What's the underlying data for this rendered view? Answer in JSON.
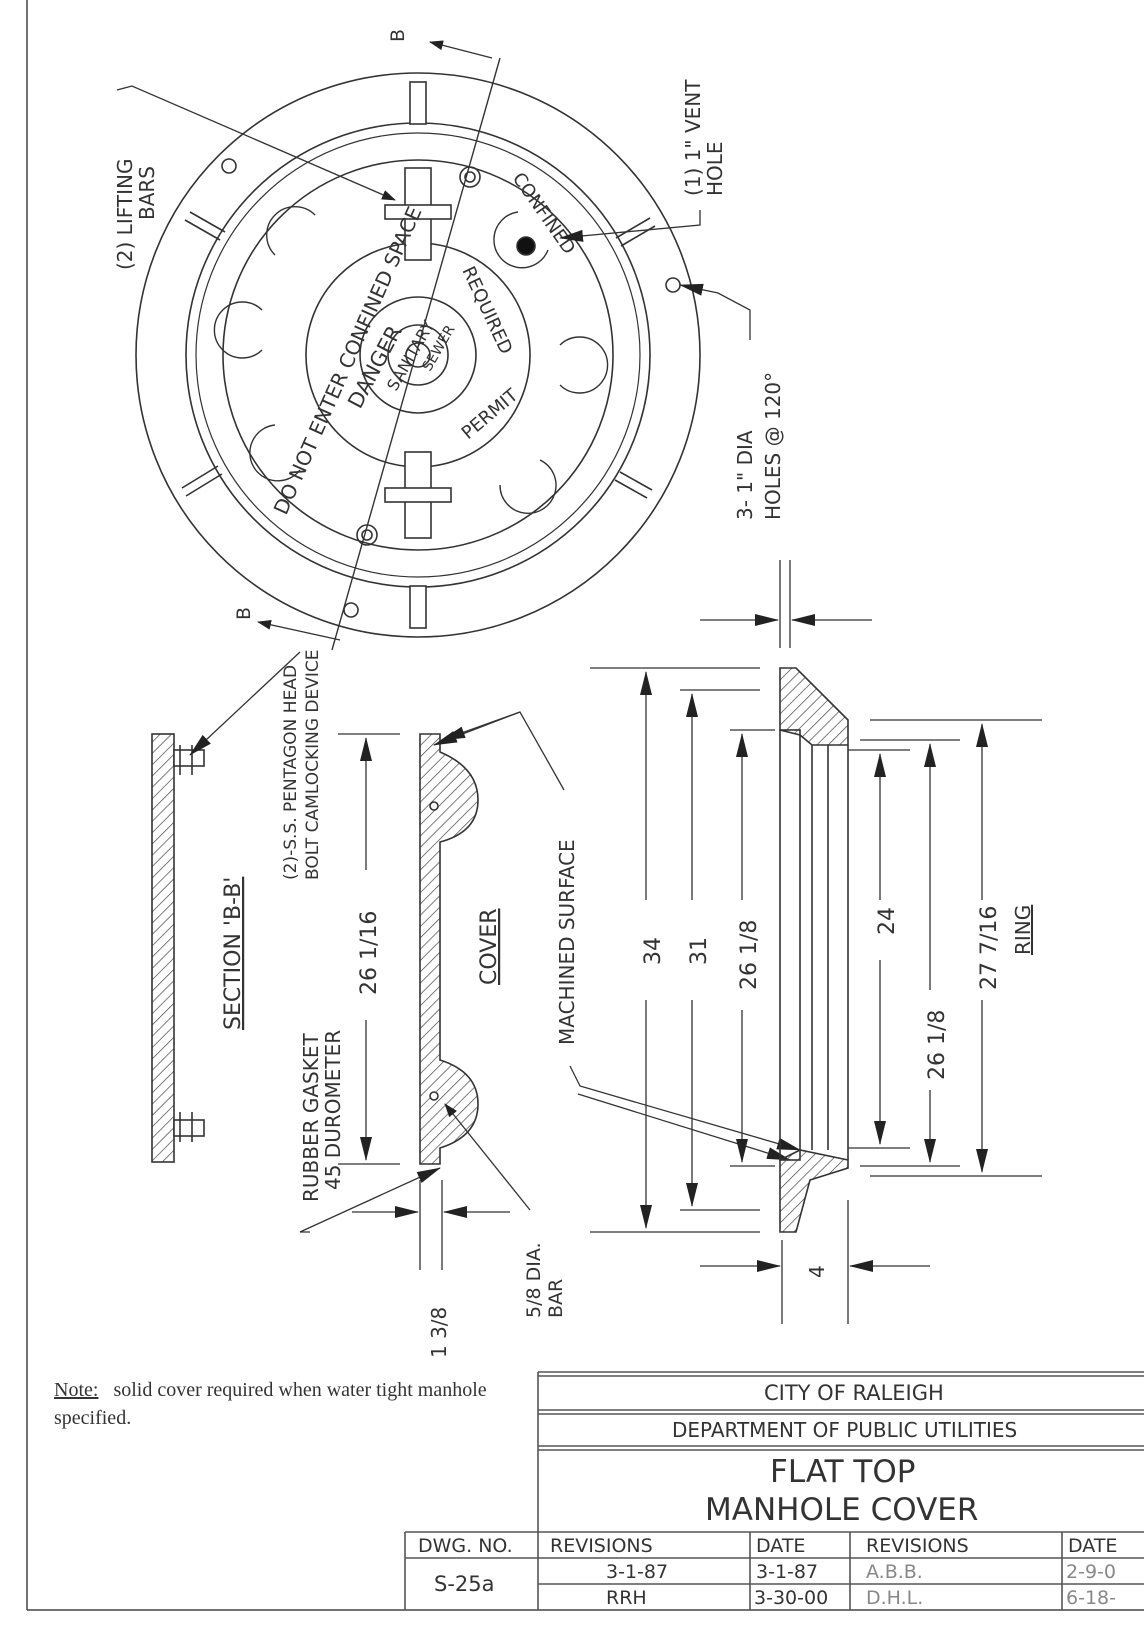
{
  "views": {
    "plan": {
      "section_marker_top": "B",
      "section_marker_bottom": "B",
      "lifting_bars": [
        "(2) LIFTING",
        "BARS"
      ],
      "vent_hole": [
        "(1) 1\" VENT",
        "HOLE"
      ],
      "holes": [
        "3- 1\" DIA",
        "HOLES @ 120°"
      ],
      "casting_text": {
        "outer": "DO NOT ENTER CONFINED SPACE",
        "outer_right": "CONFINED",
        "inner_left": "DANGER",
        "inner_right": "REQUIRED",
        "inner_bottom": "PERMIT",
        "center": [
          "SANITARY",
          "SEWER"
        ]
      }
    },
    "section": {
      "title": "SECTION 'B-B'",
      "bolt_label": [
        "(2)-S.S. PENTAGON HEAD",
        "BOLT CAMLOCKING DEVICE"
      ]
    },
    "cover": {
      "title": "COVER",
      "dim_height": "26 1/16",
      "gasket": [
        "RUBBER GASKET",
        "45 DUROMETER"
      ],
      "dim_thickness": "1 3/8",
      "bar": [
        "5/8 DIA.",
        "BAR"
      ],
      "machined": "MACHINED SURFACE"
    },
    "ring": {
      "title": "RING",
      "dims": [
        "34",
        "31",
        "26 1/8",
        "24",
        "26 1/8",
        "27 7/16"
      ],
      "dim_width": "4"
    }
  },
  "note": {
    "label": "Note:",
    "text": "solid cover required when water tight manhole specified."
  },
  "title_block": {
    "agency": "CITY OF RALEIGH",
    "department": "DEPARTMENT OF PUBLIC UTILITIES",
    "title_line1": "FLAT TOP",
    "title_line2": "MANHOLE COVER",
    "dwg_no_label": "DWG. NO.",
    "dwg_no": "S-25a",
    "headers": [
      "REVISIONS",
      "DATE",
      "REVISIONS",
      "DATE"
    ],
    "row1": [
      "3-1-87",
      "3-1-87",
      "A.B.B.",
      "2-9-0"
    ],
    "row2": [
      "RRH",
      "3-30-00",
      "D.H.L.",
      "6-18-"
    ]
  }
}
